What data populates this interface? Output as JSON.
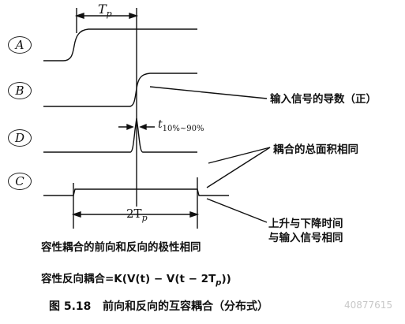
{
  "signals": {
    "a": "A",
    "b": "B",
    "d": "D",
    "c": "C"
  },
  "timing": {
    "tp_prefix": "T",
    "tp_sub": "p",
    "t_prefix": "t",
    "t_sub": "10%~90%",
    "twotp_main": "2T",
    "twotp_sub": "p"
  },
  "annotations": {
    "derivative": "输入信号的导数（正）",
    "coupled_area": "耦合的总面积相同",
    "rise_fall_line1": "上升与下降时间",
    "rise_fall_line2": "与输入信号相同"
  },
  "notes": {
    "polarity": "容性耦合的前向和反向的极性相同",
    "formula": "容性反向耦合=K(V(t) − V(t − 2T",
    "formula_sub": "p",
    "formula_end": "))"
  },
  "caption": {
    "figure": "图 5.18",
    "text": "前向和反向的互容耦合（分布式）"
  },
  "watermark": "40877615"
}
